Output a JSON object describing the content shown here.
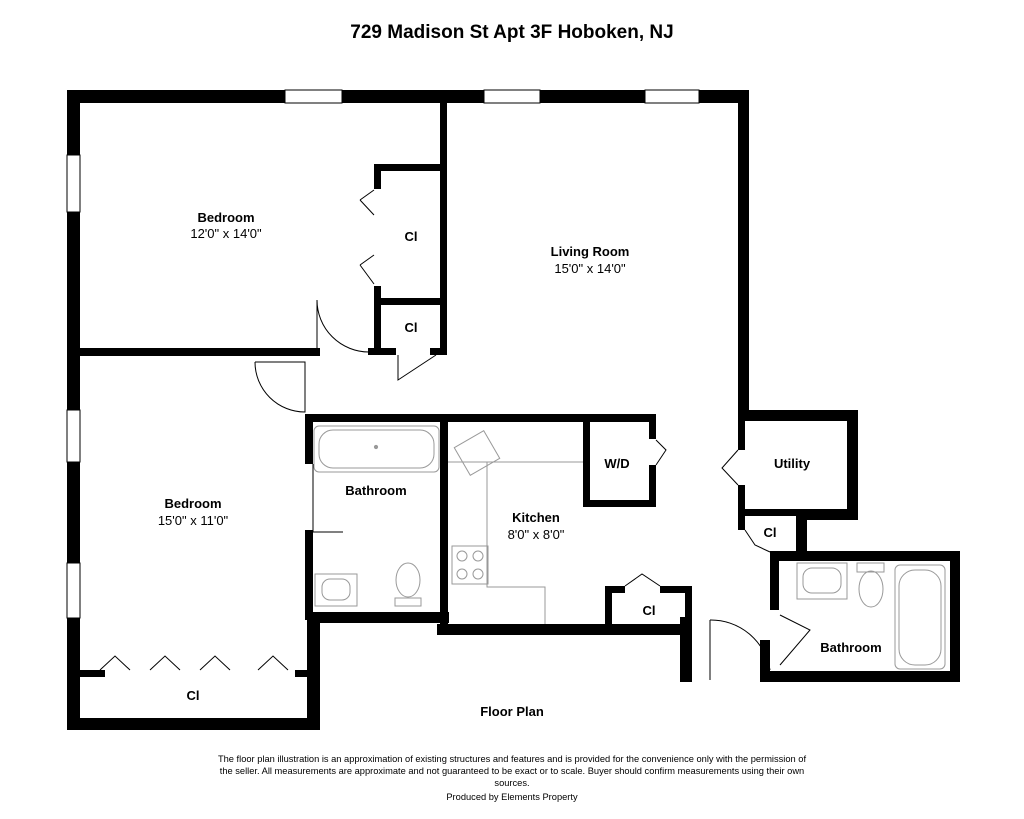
{
  "title": "729 Madison St Apt 3F Hoboken, NJ",
  "rooms": {
    "bedroom1": {
      "name": "Bedroom",
      "dims": "12'0\" x 14'0\""
    },
    "living": {
      "name": "Living Room",
      "dims": "15'0\" x 14'0\""
    },
    "bedroom2": {
      "name": "Bedroom",
      "dims": "15'0\" x 11'0\""
    },
    "bath1": {
      "name": "Bathroom"
    },
    "kitchen": {
      "name": "Kitchen",
      "dims": "8'0\" x 8'0\""
    },
    "wd": {
      "name": "W/D"
    },
    "utility": {
      "name": "Utility"
    },
    "bath2": {
      "name": "Bathroom"
    },
    "closet_label": "Cl"
  },
  "caption": "Floor Plan",
  "disclaimer": "The floor plan illustration is an approximation of existing structures and features and is provided for the convenience only with the permission of the seller. All measurements are approximate and not guaranteed to be exact or to scale. Buyer should confirm measurements using their own sources.",
  "credit": "Produced by Elements Property"
}
